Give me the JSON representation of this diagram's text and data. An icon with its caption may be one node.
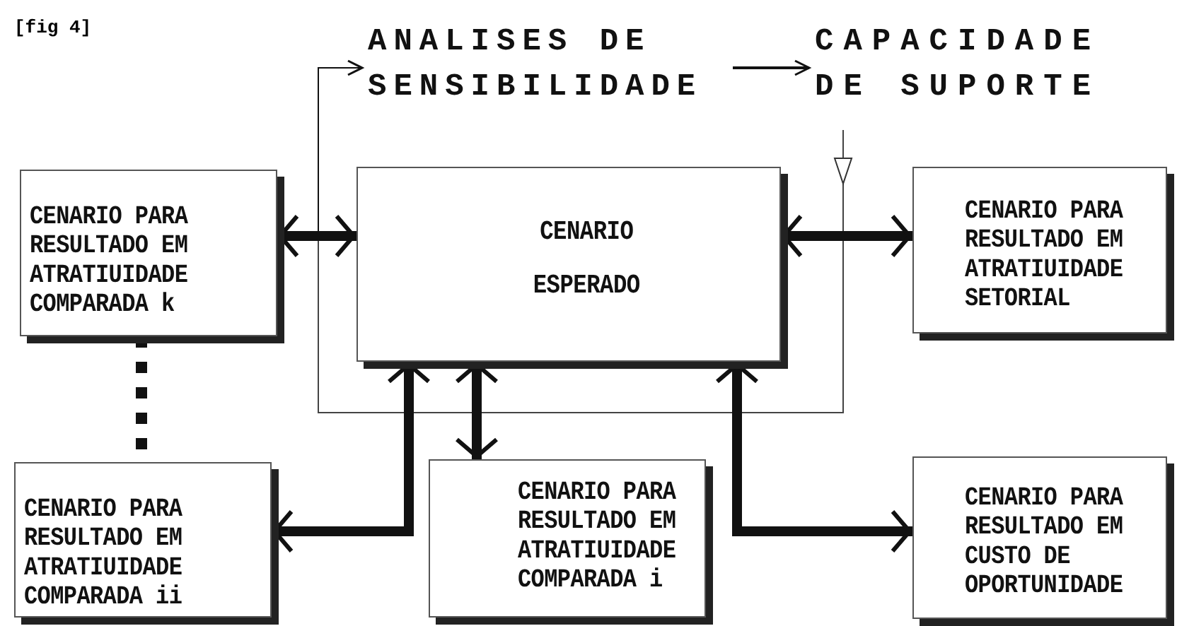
{
  "diagram": {
    "nodes": [
      {
        "text": [
          "ANALISES DE SENSIBILIDADE"
        ]
      },
      {
        "text": [
          "CAPACIDADE DE SUPORTE"
        ]
      },
      {
        "text": [
          "CENARIO PARA RESULTADO EM ATRATIUIDADE COMPARADA k"
        ]
      },
      {
        "text": [
          "CENARIO ESPERADO"
        ]
      },
      {
        "text": [
          "CENARIO PARA RESULTADO EM ATRATIUIDADE SETORIAL"
        ]
      },
      {
        "text": [
          "CENARIO PARA RESULTADO EM ATRATIUIDADE COMPARADA ii"
        ]
      },
      {
        "text": [
          "CENARIO PARA RESULTADO EM ATRATIUIDADE COMPARADA i"
        ]
      },
      {
        "text": [
          "CENARIO PARA RESULTADO EM CUSTO DE OPORTUNIDADE"
        ]
      }
    ],
    "edges": [
      {
        "from": 3,
        "to": 2,
        "arrow": "both"
      },
      {
        "from": 3,
        "to": 4,
        "arrow": "both"
      },
      {
        "from": 3,
        "to": 5,
        "arrow": "both"
      },
      {
        "from": 3,
        "to": 6,
        "arrow": "both"
      },
      {
        "from": 3,
        "to": 7,
        "arrow": "both"
      },
      {
        "from": null,
        "to": 0,
        "arrow": "to"
      },
      {
        "from": 0,
        "to": 1,
        "arrow": "to"
      },
      {
        "from": 2,
        "to": 5,
        "arrow": "none",
        "style": "dashed"
      }
    ],
    "labels": [
      "[fig 4]"
    ]
  }
}
